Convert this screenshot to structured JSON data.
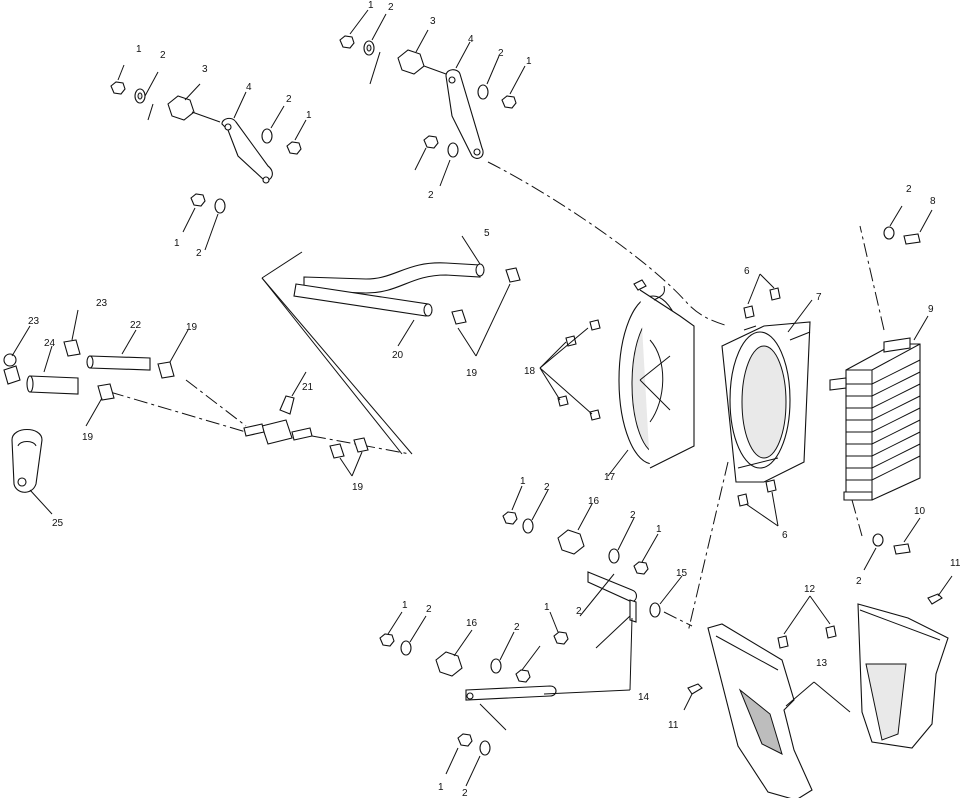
{
  "callouts": [
    {
      "id": "c1",
      "text": "1"
    },
    {
      "id": "c2",
      "text": "2"
    },
    {
      "id": "c3",
      "text": "3"
    },
    {
      "id": "c4",
      "text": "4"
    },
    {
      "id": "c5",
      "text": "2"
    },
    {
      "id": "c6",
      "text": "1"
    },
    {
      "id": "c7",
      "text": "1"
    },
    {
      "id": "c8",
      "text": "2"
    },
    {
      "id": "c9",
      "text": "1"
    },
    {
      "id": "c10",
      "text": "2"
    },
    {
      "id": "c11",
      "text": "3"
    },
    {
      "id": "c12",
      "text": "4"
    },
    {
      "id": "c13",
      "text": "2"
    },
    {
      "id": "c14",
      "text": "1"
    },
    {
      "id": "c15",
      "text": "2"
    },
    {
      "id": "c16",
      "text": "5"
    },
    {
      "id": "c17",
      "text": "20"
    },
    {
      "id": "c18",
      "text": "19"
    },
    {
      "id": "c19",
      "text": "23"
    },
    {
      "id": "c20",
      "text": "23"
    },
    {
      "id": "c21",
      "text": "24"
    },
    {
      "id": "c22",
      "text": "22"
    },
    {
      "id": "c23",
      "text": "19"
    },
    {
      "id": "c24",
      "text": "21"
    },
    {
      "id": "c25",
      "text": "19"
    },
    {
      "id": "c26",
      "text": "19"
    },
    {
      "id": "c27",
      "text": "25"
    },
    {
      "id": "c28",
      "text": "6"
    },
    {
      "id": "c29",
      "text": "7"
    },
    {
      "id": "c30",
      "text": "18"
    },
    {
      "id": "c31",
      "text": "17"
    },
    {
      "id": "c32",
      "text": "2"
    },
    {
      "id": "c33",
      "text": "8"
    },
    {
      "id": "c34",
      "text": "9"
    },
    {
      "id": "c35",
      "text": "6"
    },
    {
      "id": "c36",
      "text": "10"
    },
    {
      "id": "c37",
      "text": "2"
    },
    {
      "id": "c38",
      "text": "11"
    },
    {
      "id": "c39",
      "text": "1"
    },
    {
      "id": "c40",
      "text": "2"
    },
    {
      "id": "c41",
      "text": "16"
    },
    {
      "id": "c42",
      "text": "2"
    },
    {
      "id": "c43",
      "text": "1"
    },
    {
      "id": "c44",
      "text": "15"
    },
    {
      "id": "c45",
      "text": "2"
    },
    {
      "id": "c46",
      "text": "1"
    },
    {
      "id": "c47",
      "text": "2"
    },
    {
      "id": "c48",
      "text": "16"
    },
    {
      "id": "c49",
      "text": "2"
    },
    {
      "id": "c50",
      "text": "1"
    },
    {
      "id": "c51",
      "text": "14"
    },
    {
      "id": "c52",
      "text": "1"
    },
    {
      "id": "c53",
      "text": "2"
    },
    {
      "id": "c54",
      "text": "12"
    },
    {
      "id": "c55",
      "text": "13"
    },
    {
      "id": "c56",
      "text": "11"
    }
  ]
}
